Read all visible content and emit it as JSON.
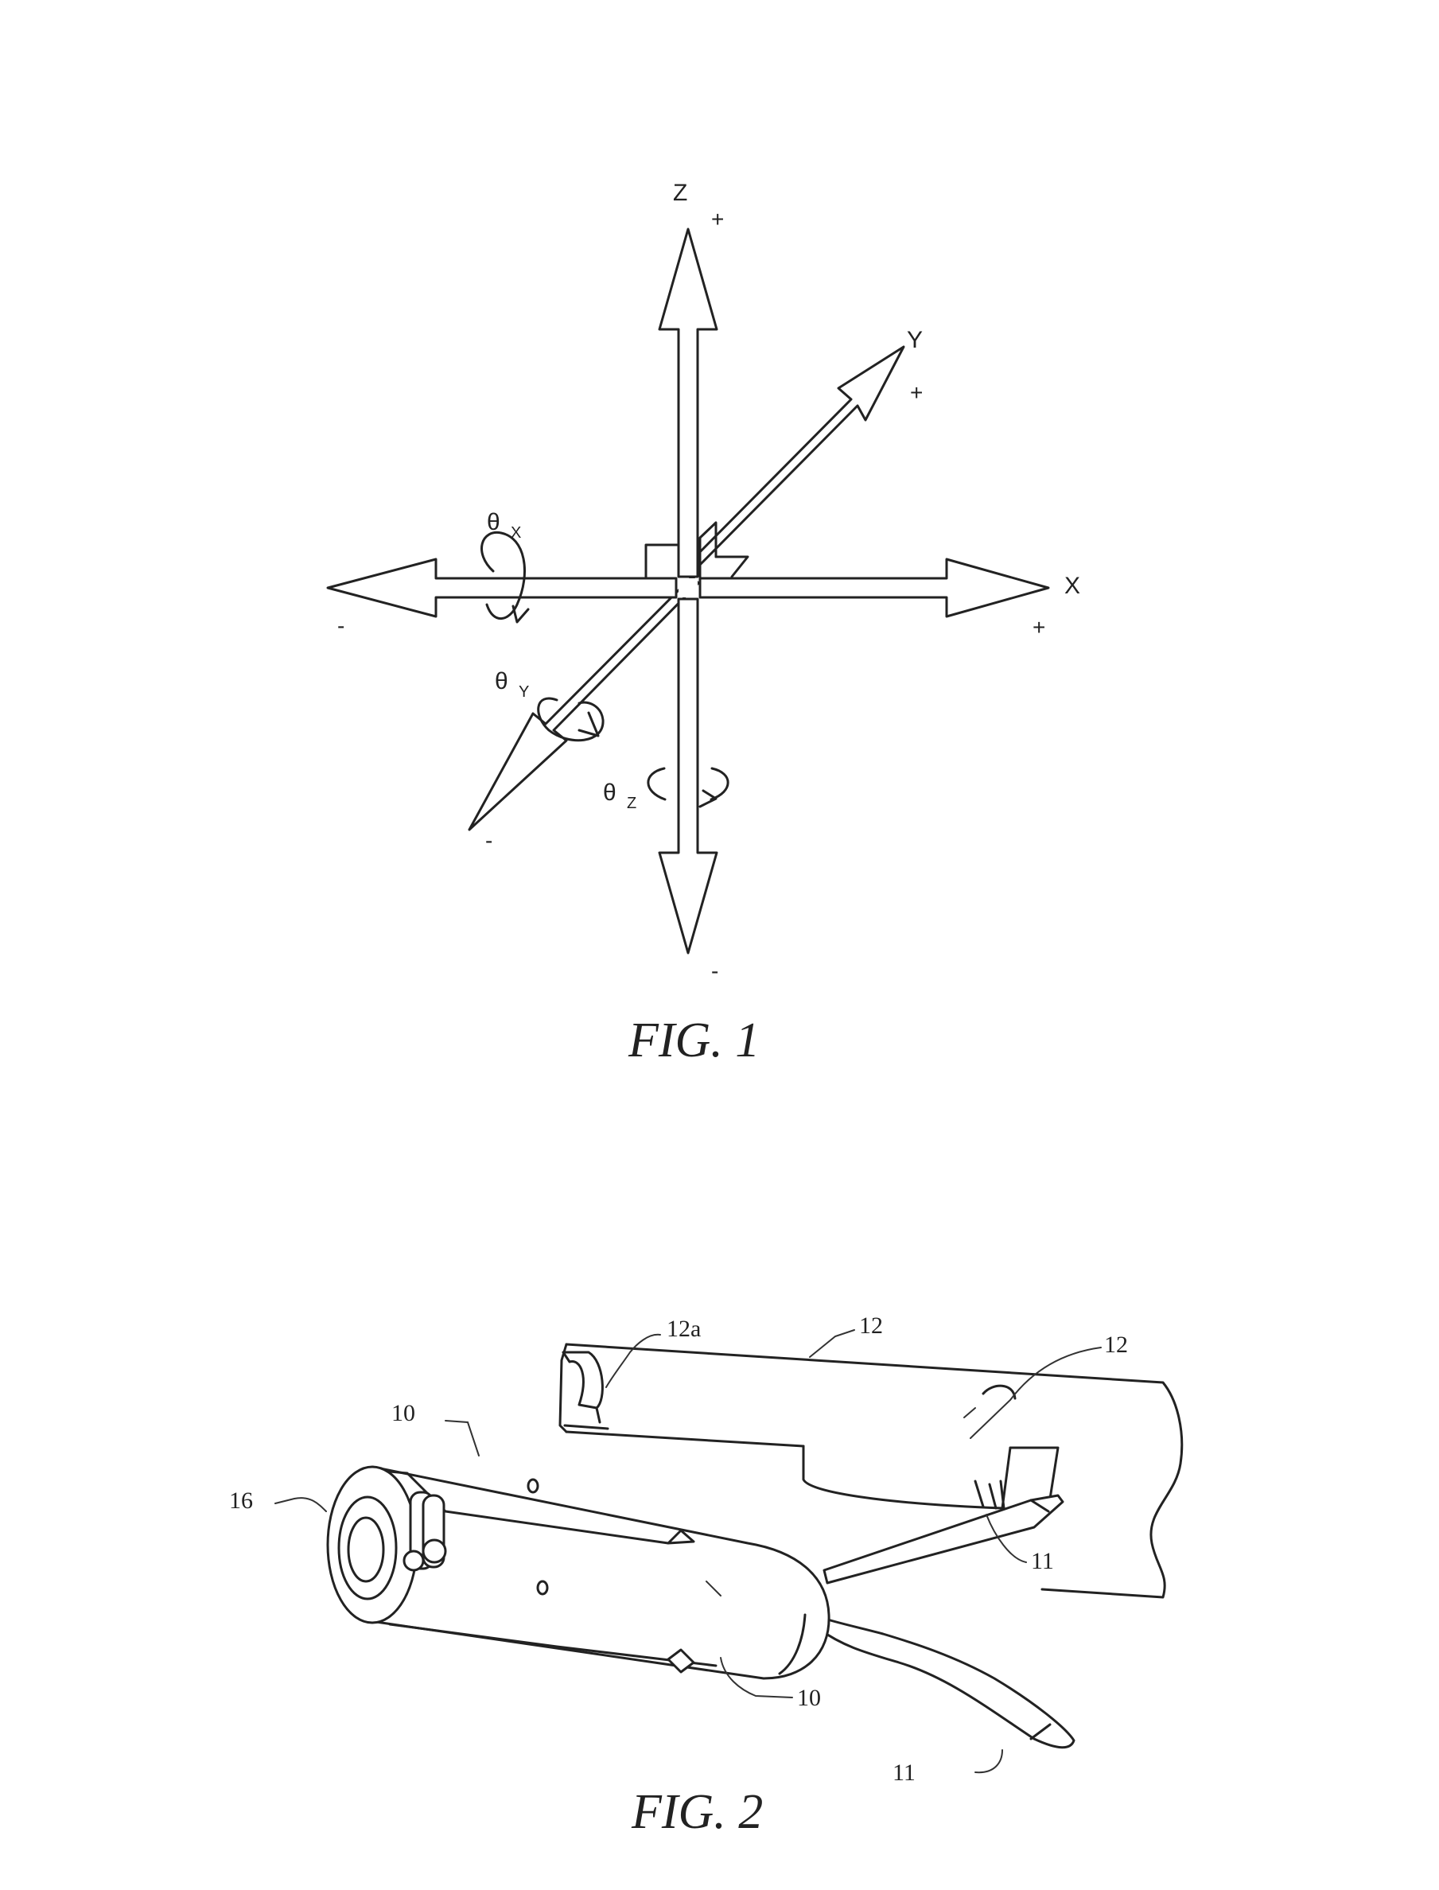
{
  "fig1": {
    "caption": "FIG. 1",
    "axes": {
      "z": "Z",
      "y": "Y",
      "x": "X"
    },
    "signs": {
      "z_pos": "+",
      "y_pos": "+",
      "x_pos": "+",
      "x_neg": "-",
      "y_neg": "-",
      "z_neg": "-"
    },
    "rotations": {
      "theta": "θ",
      "x_sub": "X",
      "y_sub": "Y",
      "z_sub": "Z"
    }
  },
  "fig2": {
    "caption": "FIG. 2",
    "refs": {
      "r12a": "12a",
      "r12_top": "12",
      "r12_right": "12",
      "r10_top": "10",
      "r16": "16",
      "r11_top": "11",
      "r10_bottom": "10",
      "r11_bottom": "11"
    }
  }
}
